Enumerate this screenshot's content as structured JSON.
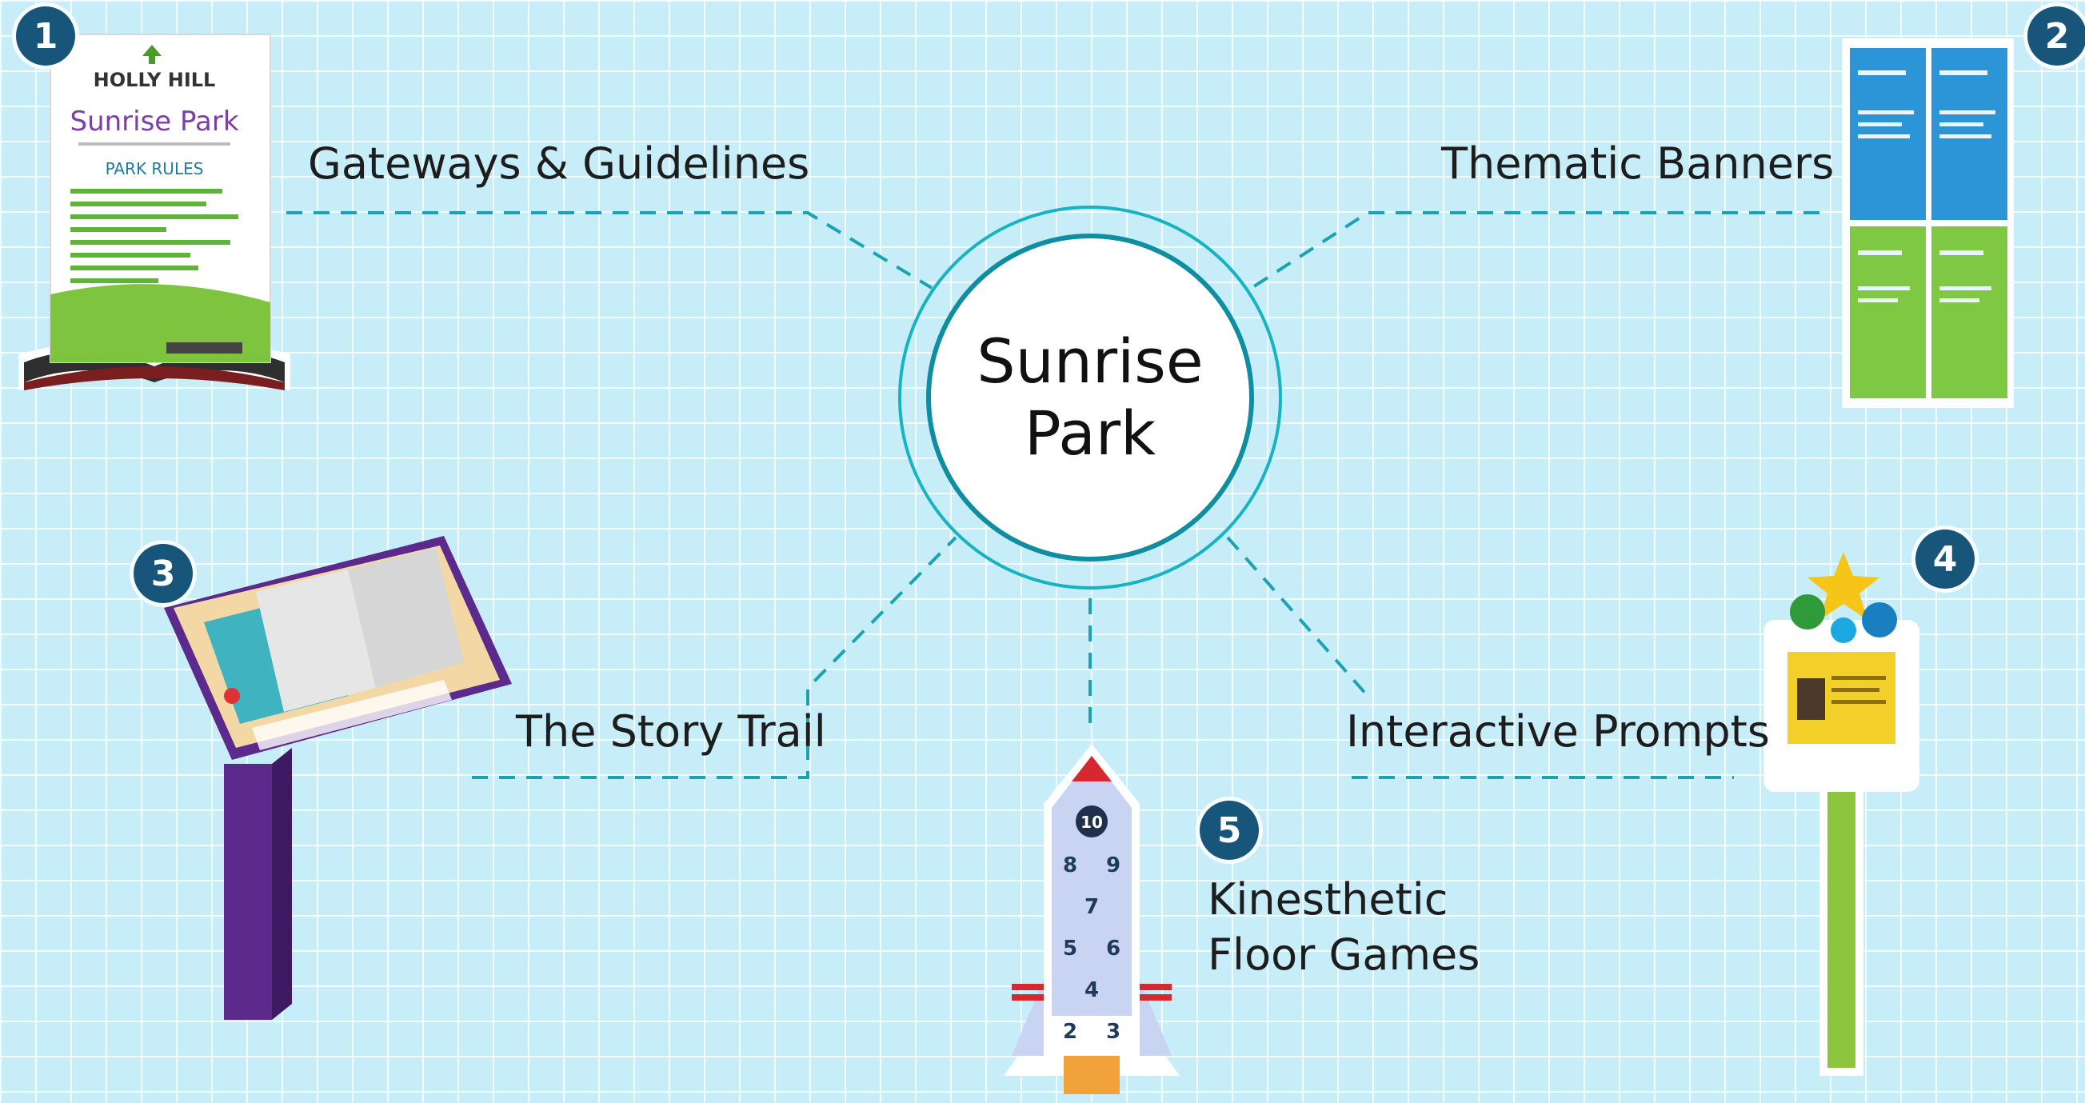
{
  "center": {
    "line1": "Sunrise",
    "line2": "Park"
  },
  "nodes": [
    {
      "number": "1",
      "label": "Gateways & Guidelines"
    },
    {
      "number": "2",
      "label": "Thematic Banners"
    },
    {
      "number": "3",
      "label": "The Story Trail"
    },
    {
      "number": "4",
      "label": "Interactive Prompts"
    },
    {
      "number": "5",
      "label_line1": "Kinesthetic",
      "label_line2": "Floor Games"
    }
  ],
  "book": {
    "brand": "HOLLY HILL",
    "title": "Sunrise Park",
    "rules_heading": "PARK RULES"
  },
  "rocket": {
    "top_number": "10",
    "squares": [
      "8",
      "9",
      "7",
      "5",
      "6",
      "4",
      "2",
      "3"
    ]
  },
  "colors": {
    "badge": "#17557a",
    "connector": "#1aa3b3",
    "hub_ring": "#17b3c2",
    "background": "#c6edf8",
    "post_purple": "#5b2a8c",
    "post_green": "#8cc63f"
  }
}
